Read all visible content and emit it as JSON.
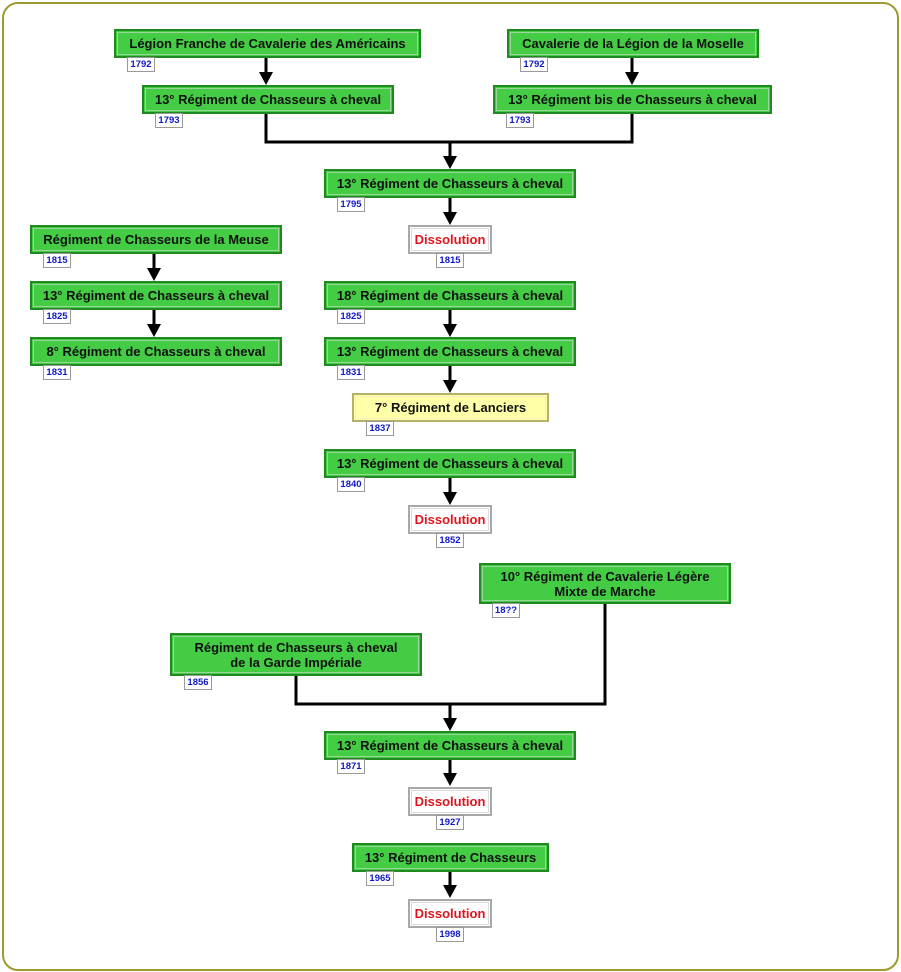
{
  "nodes": {
    "legion_franche": {
      "label": "Légion Franche de Cavalerie des Américains",
      "year": "1792"
    },
    "cavalerie_moselle": {
      "label": "Cavalerie de la Légion de la Moselle",
      "year": "1792"
    },
    "r13_1793": {
      "label": "13° Régiment de Chasseurs à cheval",
      "year": "1793"
    },
    "r13bis_1793": {
      "label": "13° Régiment bis de Chasseurs à cheval",
      "year": "1793"
    },
    "r13_1795": {
      "label": "13° Régiment de Chasseurs à cheval",
      "year": "1795"
    },
    "dissolution_1815": {
      "label": "Dissolution",
      "year": "1815"
    },
    "meuse_1815": {
      "label": "Régiment de Chasseurs de la Meuse",
      "year": "1815"
    },
    "r13_1825_left": {
      "label": "13° Régiment de Chasseurs à cheval",
      "year": "1825"
    },
    "r8_1831": {
      "label": "8° Régiment de Chasseurs à cheval",
      "year": "1831"
    },
    "r18_1825": {
      "label": "18° Régiment de Chasseurs à cheval",
      "year": "1825"
    },
    "r13_1831": {
      "label": "13° Régiment de Chasseurs à cheval",
      "year": "1831"
    },
    "lanciers_1837": {
      "label": "7° Régiment de Lanciers",
      "year": "1837"
    },
    "r13_1840": {
      "label": "13° Régiment de Chasseurs à cheval",
      "year": "1840"
    },
    "dissolution_1852": {
      "label": "Dissolution",
      "year": "1852"
    },
    "cav_legere": {
      "label_line1": "10° Régiment de Cavalerie Légère",
      "label_line2": "Mixte de Marche",
      "year": "18??"
    },
    "garde_imperiale": {
      "label_line1": "Régiment de Chasseurs à cheval",
      "label_line2": "de la Garde Impériale",
      "year": "1856"
    },
    "r13_1871": {
      "label": "13° Régiment de Chasseurs à cheval",
      "year": "1871"
    },
    "dissolution_1927": {
      "label": "Dissolution",
      "year": "1927"
    },
    "r13_1965": {
      "label": "13° Régiment de Chasseurs",
      "year": "1965"
    },
    "dissolution_1998": {
      "label": "Dissolution",
      "year": "1998"
    }
  },
  "colors": {
    "regiment": "#44cc44",
    "lanciers": "#ffffa8",
    "dissolution_text": "#e0141e",
    "year_text": "#1018c8",
    "frame": "#a09a2c"
  }
}
